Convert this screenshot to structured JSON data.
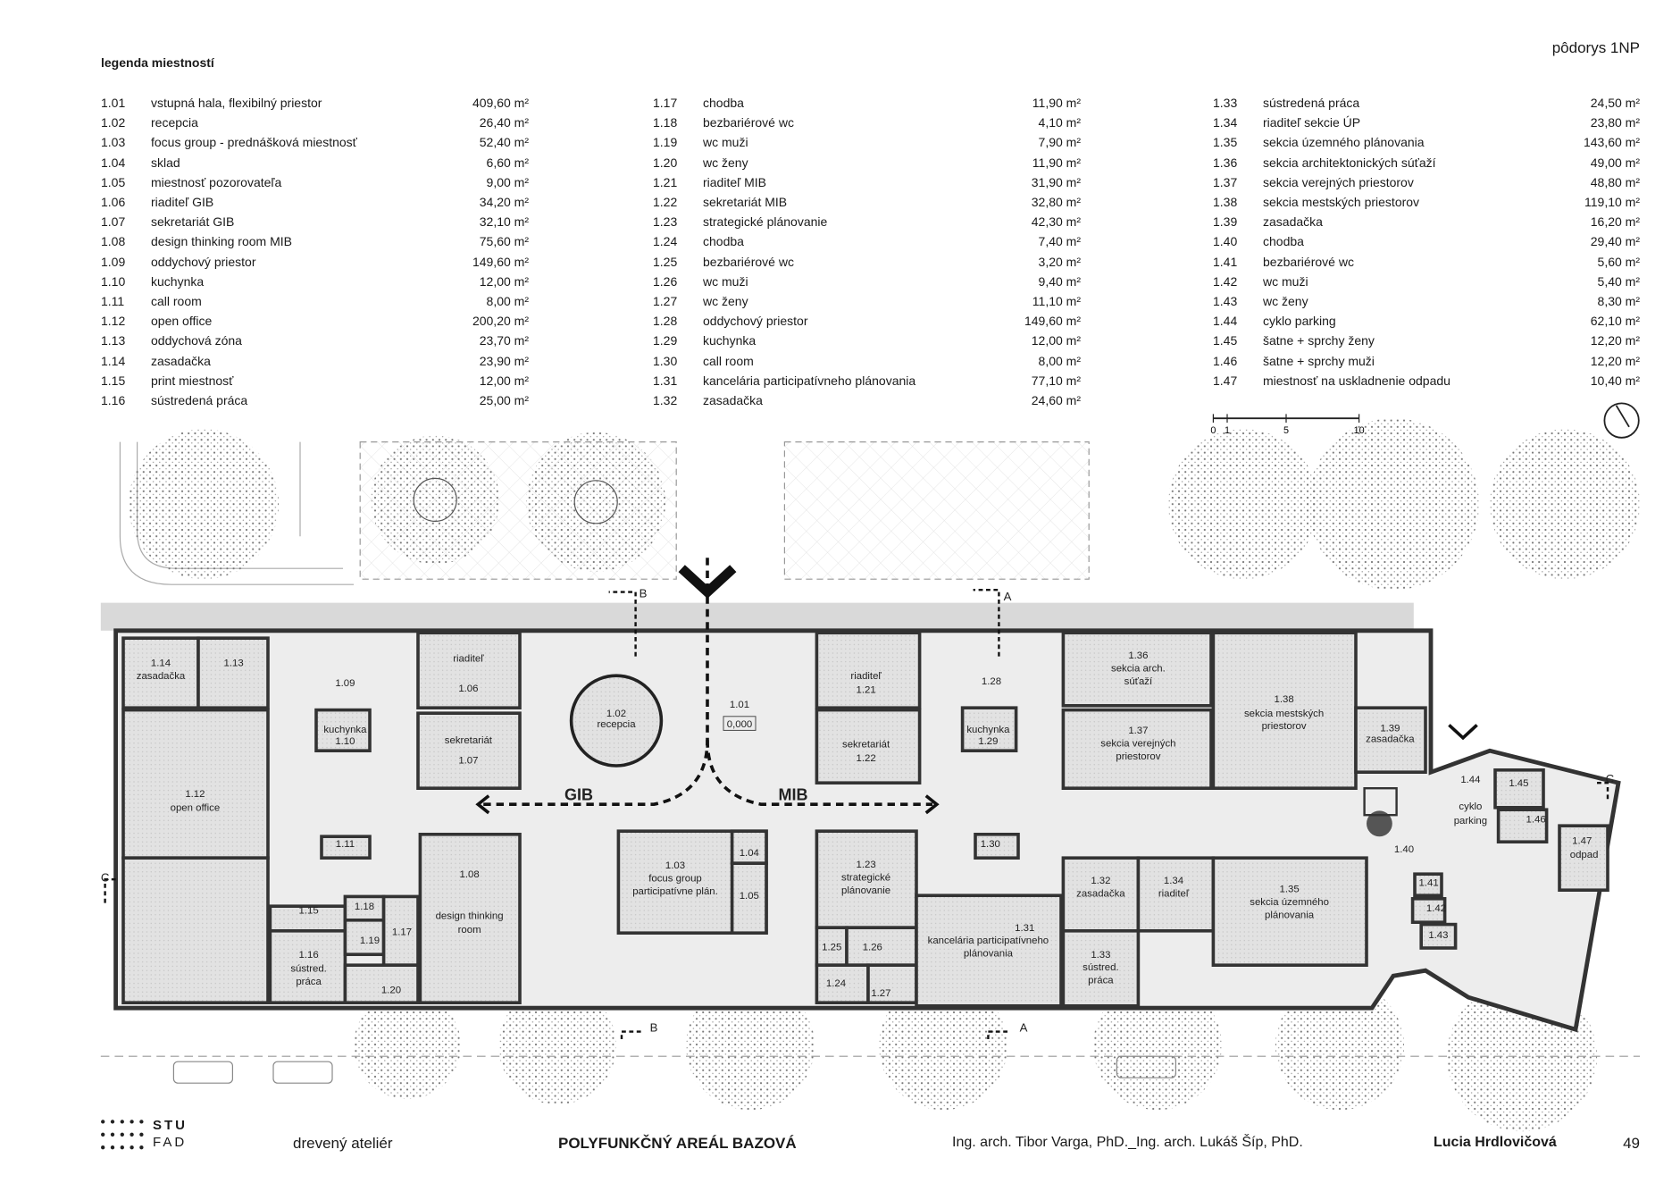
{
  "sheet_title": "pôdorys 1NP",
  "legend": {
    "title": "legenda miestností",
    "columns": [
      [
        [
          "1.01",
          "vstupná hala, flexibilný priestor",
          "409,60 m²"
        ],
        [
          "1.02",
          "recepcia",
          "26,40 m²"
        ],
        [
          "1.03",
          "focus group - prednášková miestnosť",
          "52,40 m²"
        ],
        [
          "1.04",
          "sklad",
          "6,60 m²"
        ],
        [
          "1.05",
          "miestnosť pozorovateľa",
          "9,00 m²"
        ],
        [
          "1.06",
          "riaditeľ GIB",
          "34,20 m²"
        ],
        [
          "1.07",
          "sekretariát GIB",
          "32,10 m²"
        ],
        [
          "1.08",
          "design thinking room MIB",
          "75,60 m²"
        ],
        [
          "1.09",
          "oddychový priestor",
          "149,60 m²"
        ],
        [
          "1.10",
          "kuchynka",
          "12,00 m²"
        ],
        [
          "1.11",
          "call room",
          "8,00 m²"
        ],
        [
          "1.12",
          "open office",
          "200,20 m²"
        ],
        [
          "1.13",
          "oddychová zóna",
          "23,70 m²"
        ],
        [
          "1.14",
          "zasadačka",
          "23,90 m²"
        ],
        [
          "1.15",
          "print miestnosť",
          "12,00 m²"
        ],
        [
          "1.16",
          "sústredená práca",
          "25,00 m²"
        ]
      ],
      [
        [
          "1.17",
          "chodba",
          "11,90 m²"
        ],
        [
          "1.18",
          "bezbariérové wc",
          "4,10 m²"
        ],
        [
          "1.19",
          "wc muži",
          "7,90 m²"
        ],
        [
          "1.20",
          "wc ženy",
          "11,90 m²"
        ],
        [
          "1.21",
          "riaditeľ MIB",
          "31,90 m²"
        ],
        [
          "1.22",
          "sekretariát MIB",
          "32,80 m²"
        ],
        [
          "1.23",
          "strategické plánovanie",
          "42,30 m²"
        ],
        [
          "1.24",
          "chodba",
          "7,40 m²"
        ],
        [
          "1.25",
          "bezbariérové wc",
          "3,20 m²"
        ],
        [
          "1.26",
          "wc muži",
          "9,40 m²"
        ],
        [
          "1.27",
          "wc ženy",
          "11,10 m²"
        ],
        [
          "1.28",
          "oddychový priestor",
          "149,60 m²"
        ],
        [
          "1.29",
          "kuchynka",
          "12,00 m²"
        ],
        [
          "1.30",
          "call room",
          "8,00 m²"
        ],
        [
          "1.31",
          "kancelária participatívneho plánovania",
          "77,10 m²"
        ],
        [
          "1.32",
          "zasadačka",
          "24,60 m²"
        ]
      ],
      [
        [
          "1.33",
          "sústredená práca",
          "24,50 m²"
        ],
        [
          "1.34",
          "riaditeľ sekcie ÚP",
          "23,80 m²"
        ],
        [
          "1.35",
          "sekcia územného plánovania",
          "143,60 m²"
        ],
        [
          "1.36",
          "sekcia architektonických súťaží",
          "49,00 m²"
        ],
        [
          "1.37",
          "sekcia verejných priestorov",
          "48,80 m²"
        ],
        [
          "1.38",
          "sekcia mestských priestorov",
          "119,10 m²"
        ],
        [
          "1.39",
          "zasadačka",
          "16,20 m²"
        ],
        [
          "1.40",
          "chodba",
          "29,40 m²"
        ],
        [
          "1.41",
          "bezbariérové wc",
          "5,60 m²"
        ],
        [
          "1.42",
          "wc muži",
          "5,40 m²"
        ],
        [
          "1.43",
          "wc ženy",
          "8,30 m²"
        ],
        [
          "1.44",
          "cyklo parking",
          "62,10 m²"
        ],
        [
          "1.45",
          "šatne + sprchy ženy",
          "12,20 m²"
        ],
        [
          "1.46",
          "šatne + sprchy muži",
          "12,20 m²"
        ],
        [
          "1.47",
          "miestnosť na uskladnenie odpadu",
          "10,40 m²"
        ]
      ]
    ]
  },
  "scale_bar": {
    "ticks": [
      "0",
      "1",
      "5",
      "10"
    ]
  },
  "plan": {
    "labels": [
      "1.14",
      "zasadačka",
      "1.13",
      "1.09",
      "kuchynka",
      "1.10",
      "1.12",
      "open office",
      "1.11",
      "riaditeľ",
      "1.06",
      "sekretariát",
      "1.07",
      "1.08",
      "design thinking",
      "room",
      "1.15",
      "1.16",
      "sústred.",
      "práca",
      "1.18",
      "1.19",
      "1.17",
      "1.20",
      "1.02",
      "recepcia",
      "1.01",
      "0,000",
      "GIB",
      "MIB",
      "1.03",
      "focus group",
      "participatívne plán.",
      "1.04",
      "1.05",
      "riaditeľ",
      "1.21",
      "sekretariát",
      "1.22",
      "1.23",
      "strategické",
      "plánovanie",
      "1.25",
      "1.26",
      "1.24",
      "1.27",
      "1.28",
      "kuchynka",
      "1.29",
      "1.30",
      "1.31",
      "kancelária participatívneho",
      "plánovania",
      "1.36",
      "sekcia arch.",
      "súťaží",
      "1.37",
      "sekcia verejných",
      "priestorov",
      "1.38",
      "sekcia mestských",
      "priestorov",
      "1.39",
      "zasadačka",
      "1.32",
      "zasadačka",
      "1.34",
      "riaditeľ",
      "1.33",
      "sústred.",
      "práca",
      "1.35",
      "sekcia územného",
      "plánovania",
      "1.40",
      "1.44",
      "cyklo",
      "parking",
      "1.45",
      "1.46",
      "1.47",
      "odpad",
      "1.41",
      "1.42",
      "1.43",
      "B",
      "B",
      "A",
      "A",
      "C",
      "C"
    ]
  },
  "footer": {
    "logo_top": "STU",
    "logo_bottom": "FAD",
    "studio": "drevený ateliér",
    "project": "POLYFUNKČNÝ AREÁL BAZOVÁ",
    "tutors": "Ing. arch. Tibor Varga, PhD._Ing. arch. Lukáš Šíp, PhD.",
    "author": "Lucia Hrdlovičová",
    "page": "49"
  },
  "colors": {
    "wall": "#333333",
    "room": "#e4e4e4",
    "hall": "#ededed",
    "terrace": "#d9d9d9"
  }
}
